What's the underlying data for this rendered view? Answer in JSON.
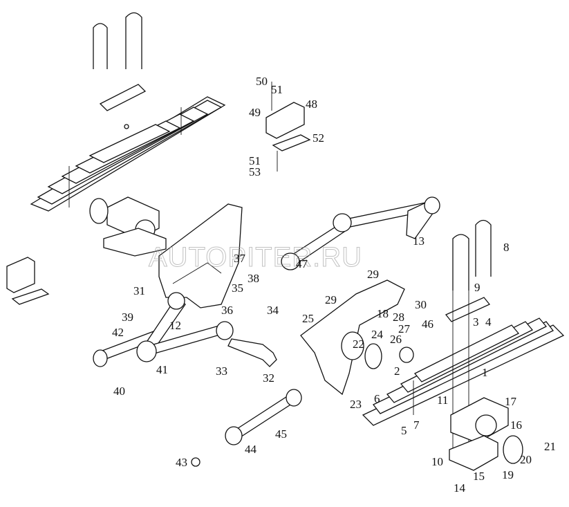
{
  "watermark": "AUTOPITER.RU",
  "diagram": {
    "type": "exploded parts diagram",
    "callouts": [
      "50",
      "51",
      "49",
      "48",
      "52",
      "51",
      "53",
      "13",
      "8",
      "47",
      "37",
      "38",
      "35",
      "36",
      "31",
      "39",
      "12",
      "34",
      "42",
      "41",
      "33",
      "32",
      "40",
      "29",
      "29",
      "30",
      "25",
      "28",
      "27",
      "24",
      "26",
      "22",
      "18",
      "9",
      "3",
      "4",
      "46",
      "1",
      "2",
      "6",
      "23",
      "7",
      "5",
      "11",
      "17",
      "16",
      "21",
      "20",
      "10",
      "15",
      "19",
      "14",
      "45",
      "44",
      "43"
    ]
  }
}
